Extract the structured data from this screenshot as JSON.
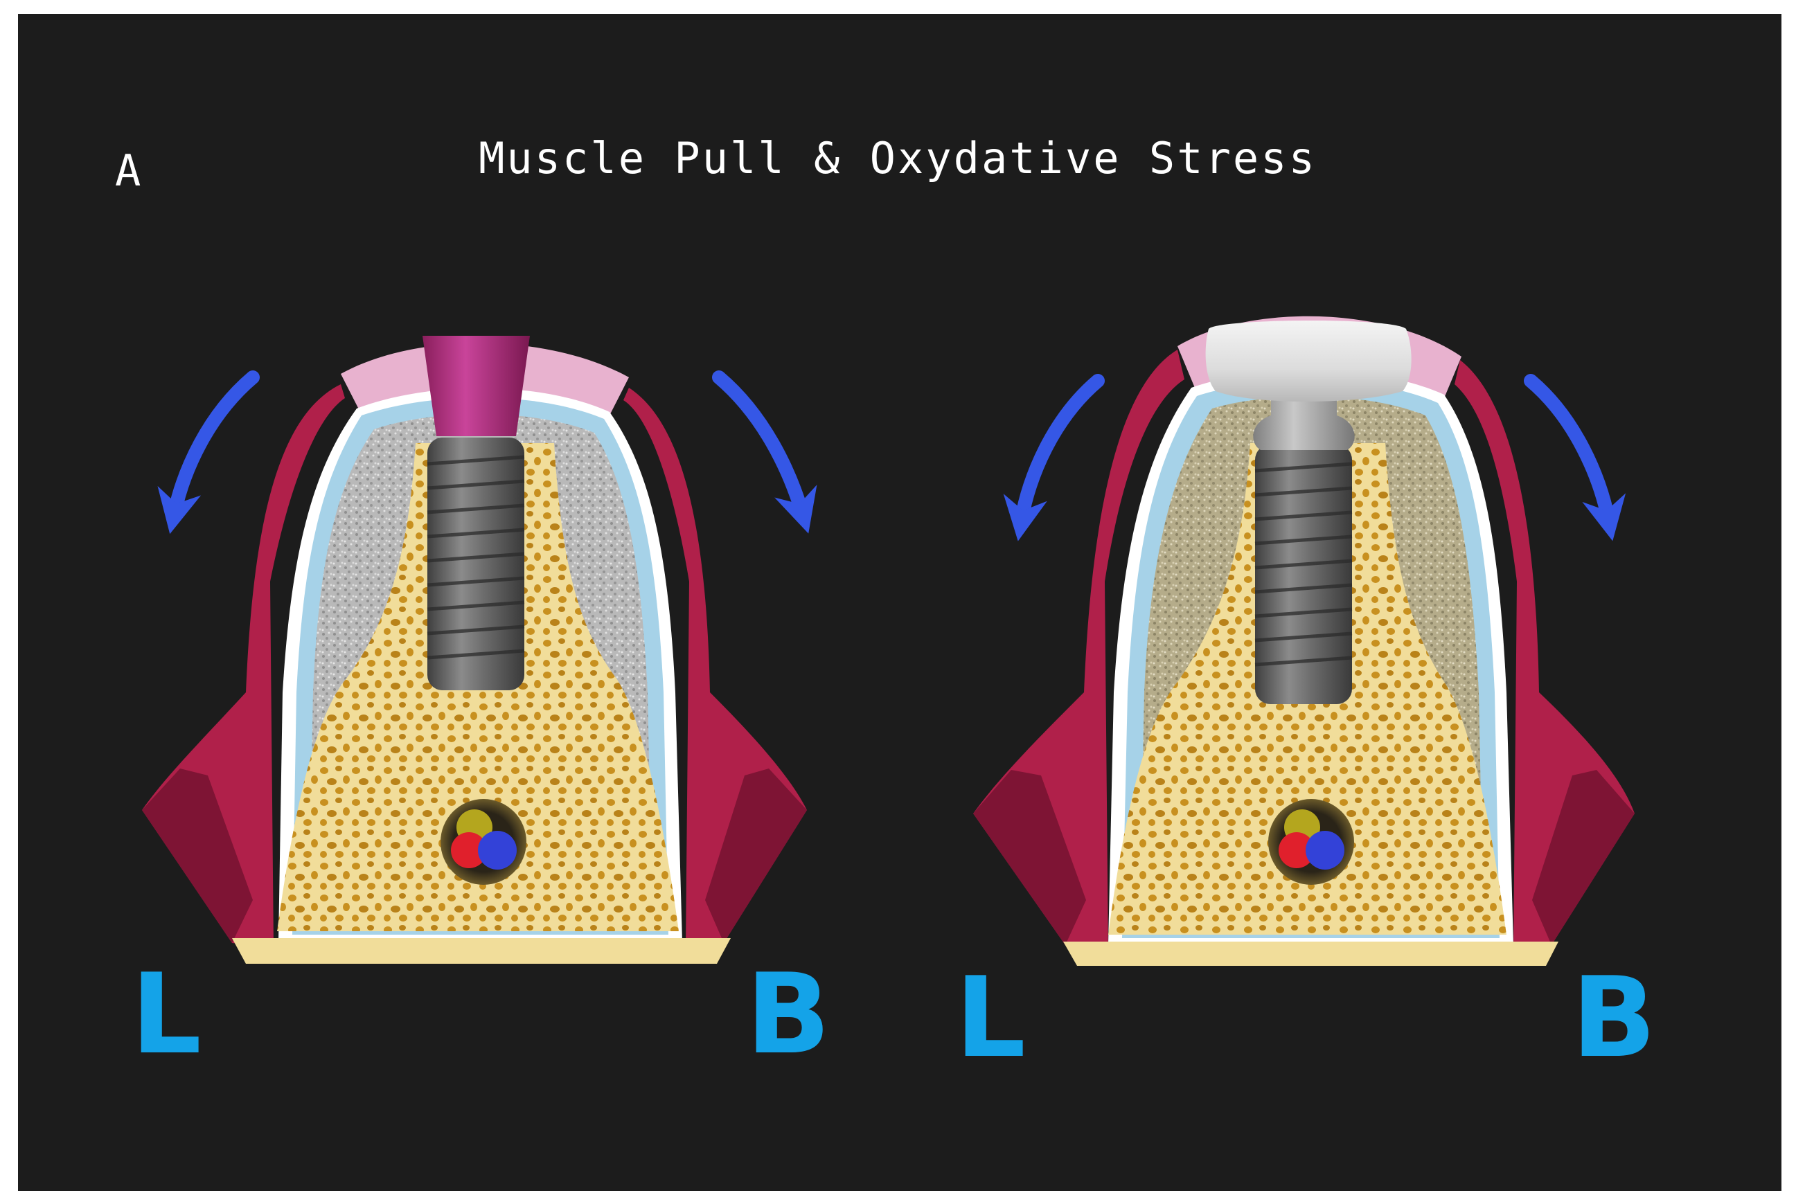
{
  "figure": {
    "panel_label": "A",
    "title": "Muscle Pull & Oxydative Stress",
    "panels": [
      {
        "side_left_label": "L",
        "side_right_label": "B",
        "implant_top": "healing-abutment"
      },
      {
        "side_left_label": "L",
        "side_right_label": "B",
        "implant_top": "crown"
      }
    ]
  },
  "colors": {
    "background": "#1c1c1c",
    "muscle": "#b0204a",
    "muscle_dark": "#7e1434",
    "gingiva": "#e8b2cf",
    "periosteum": "#a6d2e8",
    "cortical": "#bdbdbd",
    "cancellous": "#f1dd9a",
    "trabecula": "#c8901f",
    "implant": "#6b6b6b",
    "abutment": "#b4307c",
    "crown": "#e6e6e6",
    "arrow": "#3557e6",
    "side_label": "#14a3e8"
  }
}
